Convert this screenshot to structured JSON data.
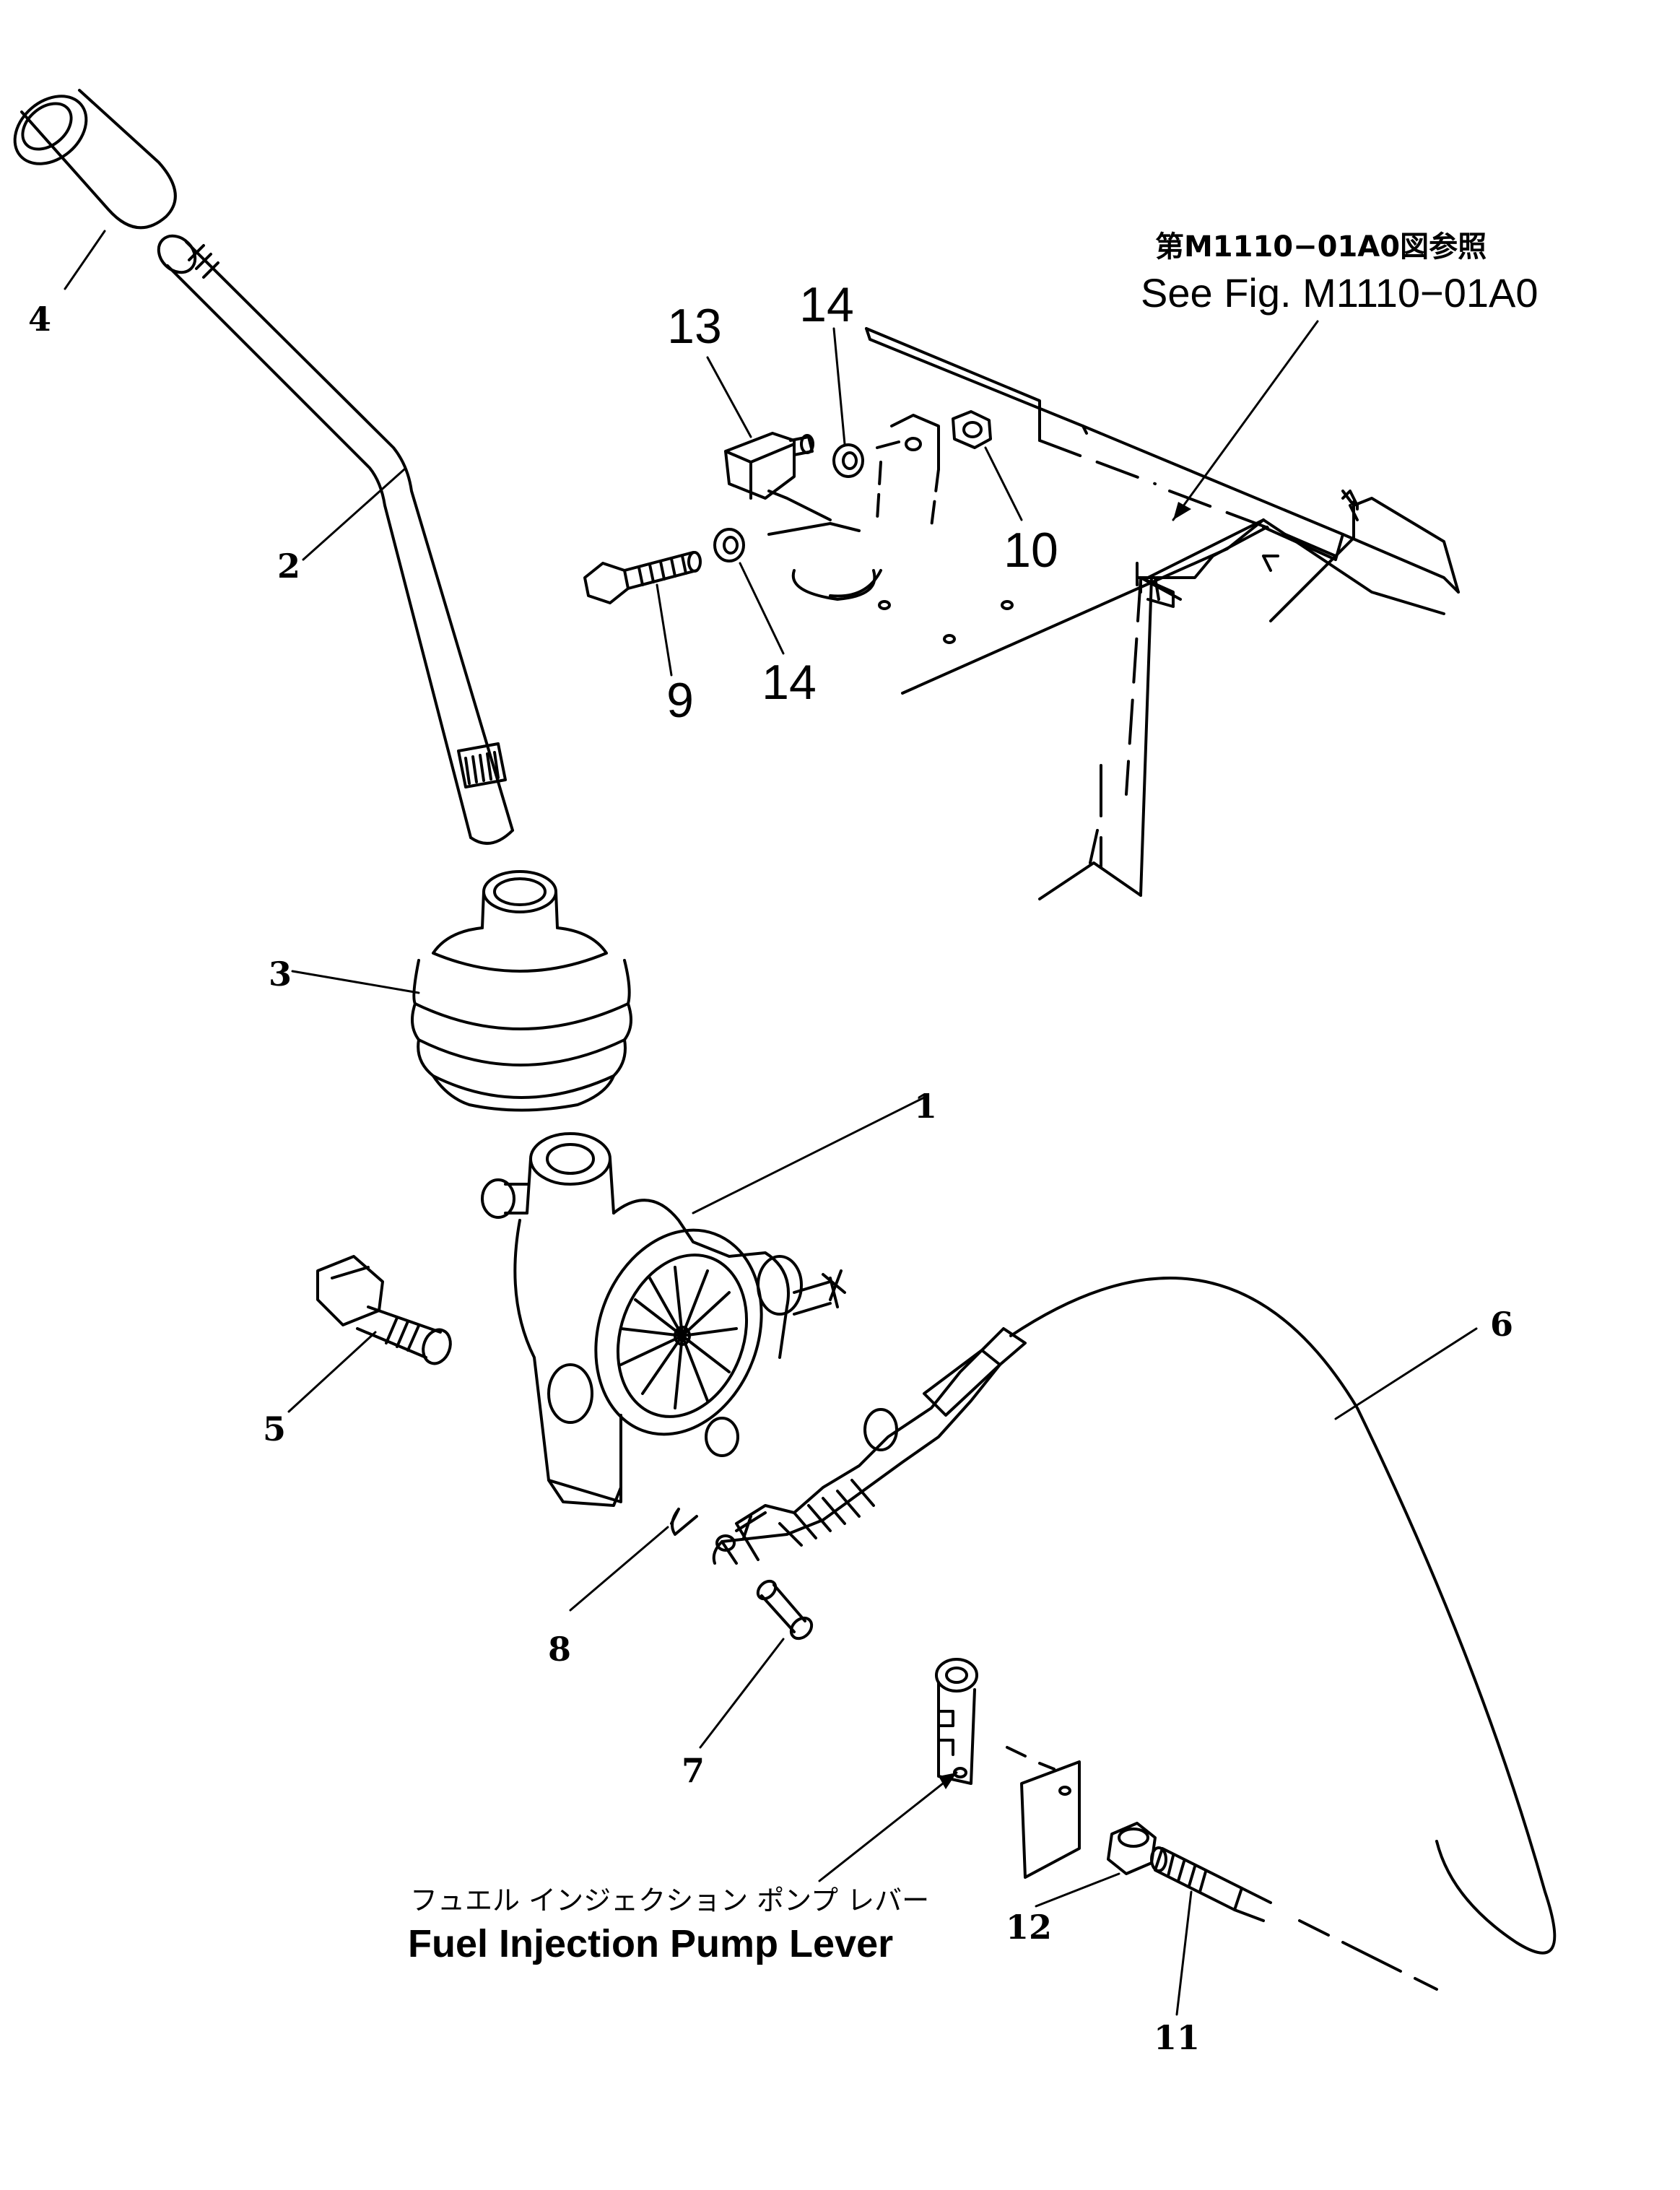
{
  "diagram": {
    "callouts": {
      "c1": "1",
      "c2": "2",
      "c3": "3",
      "c4": "4",
      "c5": "5",
      "c6": "6",
      "c7": "7",
      "c8": "8",
      "c9": "9",
      "c10": "10",
      "c11": "11",
      "c12": "12",
      "c13": "13",
      "c14a": "14",
      "c14b": "14"
    },
    "references": {
      "fig_ref_ja": "第M1110−01A0図参照",
      "fig_ref_en": "See Fig. M1110−01A0",
      "pump_lever_ja": "フュエル インジェクション ポンプ レバー",
      "pump_lever_en": "Fuel Injection Pump Lever"
    }
  }
}
